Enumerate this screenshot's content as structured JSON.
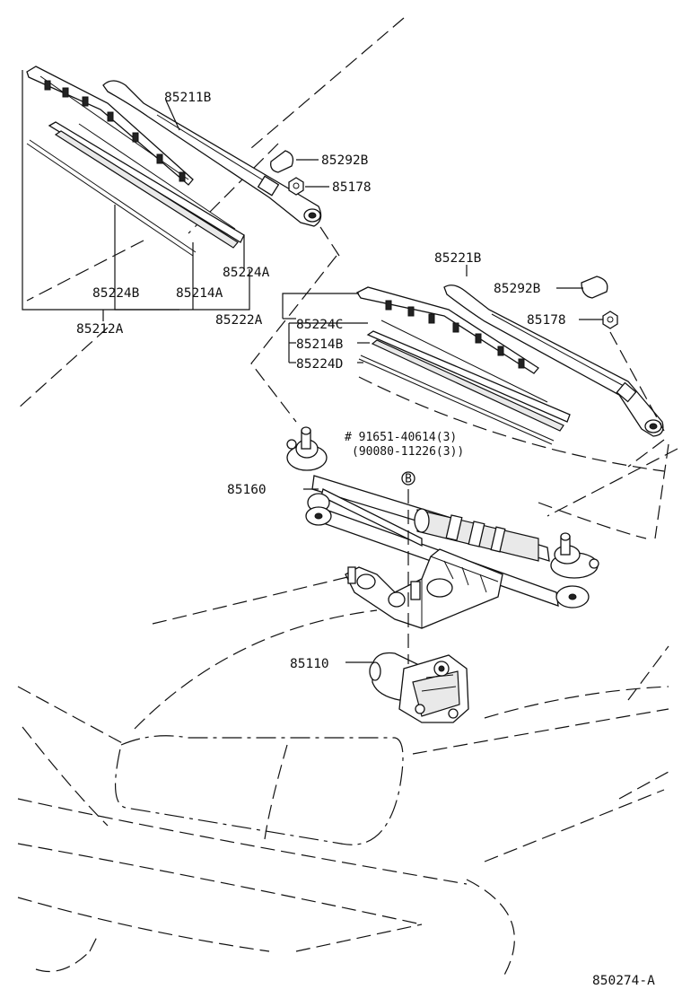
{
  "diagram": {
    "parts": {
      "p85211B": "85211B",
      "p85292B_left": "85292B",
      "p85178_left": "85178",
      "p85224A": "85224A",
      "p85224B": "85224B",
      "p85214A": "85214A",
      "p85212A": "85212A",
      "p85221B": "85221B",
      "p85292B_right": "85292B",
      "p85178_right": "85178",
      "p85222A": "85222A",
      "p85224C": "85224C",
      "p85214B": "85214B",
      "p85224D": "85224D",
      "p85160": "85160",
      "p85110": "85110"
    },
    "bolt_note_line1": "# 91651-40614(3)",
    "bolt_note_line2": "(90080-11226(3))",
    "marker_b": "B",
    "figure_code": "850274-A"
  }
}
